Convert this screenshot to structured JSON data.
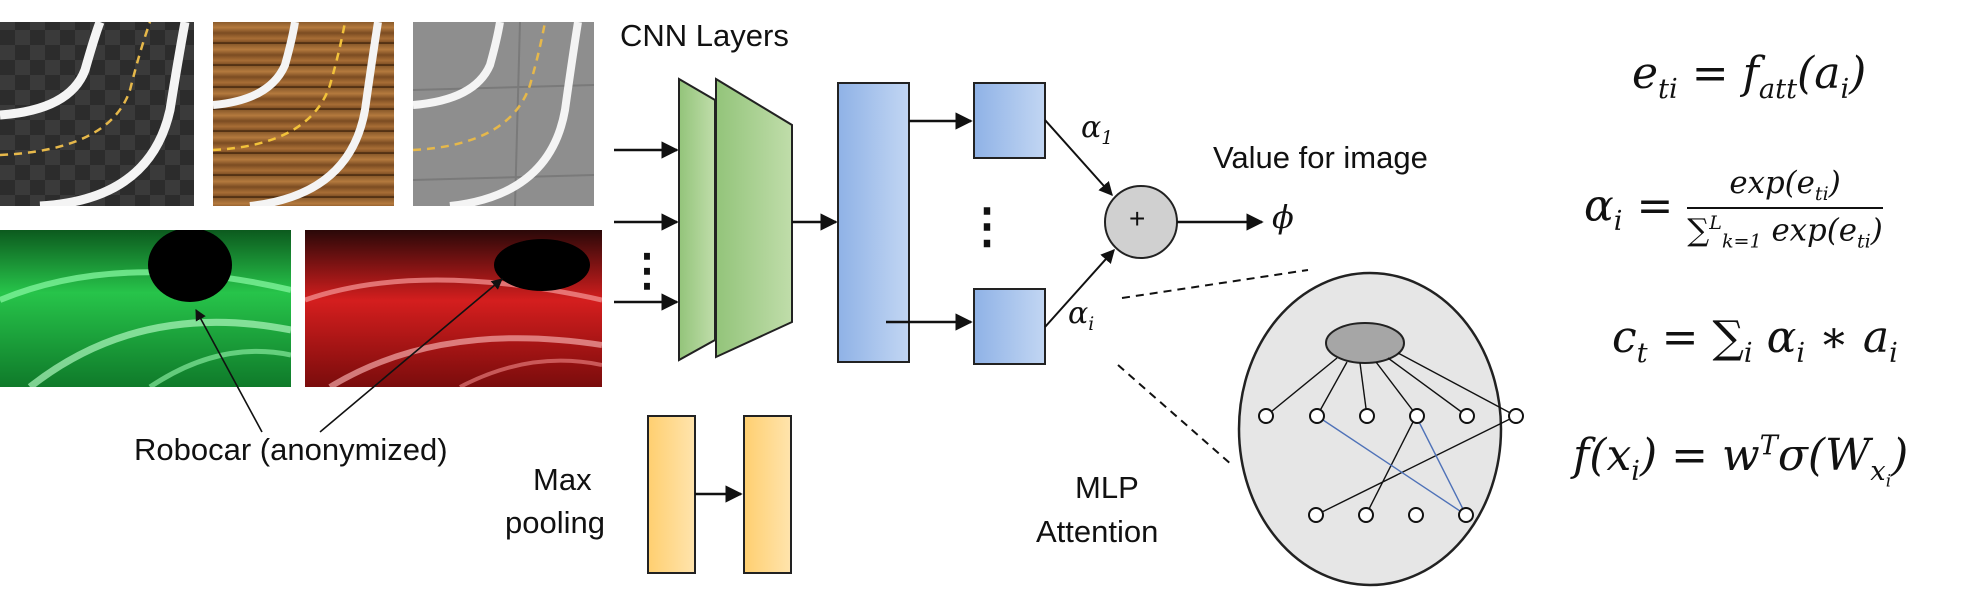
{
  "labels": {
    "cnn_layers": "CNN Layers",
    "value_for_image": "Value for image",
    "robocar": "Robocar (anonymized)",
    "max_pooling_line1": "Max",
    "max_pooling_line2": "pooling",
    "mlp_attention_line1": "MLP",
    "mlp_attention_line2": "Attention"
  },
  "symbols": {
    "alpha_1": "α",
    "alpha_1_sub": "1",
    "alpha_i": "α",
    "alpha_i_sub": "i",
    "phi": "ϕ",
    "plus": "+",
    "vertical_dots": "⋮"
  },
  "equations": {
    "e_ti": "e",
    "e_ti_sub": "ti",
    "f_att": " = f",
    "f_att_sub": "att",
    "f_att_arg": "(a",
    "f_att_arg_sub": "i",
    "f_att_close": ")",
    "alpha_lhs": "α",
    "alpha_lhs_sub": "i",
    "alpha_eq": " = ",
    "alpha_num": "exp(e",
    "alpha_num_sub": "ti",
    "alpha_num_close": ")",
    "alpha_den_sum": "∑",
    "alpha_den_sup": "L",
    "alpha_den_sub": "k=1",
    "alpha_den_rest": " exp(e",
    "alpha_den_sub2": "ti",
    "alpha_den_close": ")",
    "c_t": "c",
    "c_t_sub": "t",
    "c_t_rhs": " = ∑",
    "c_t_sum_sub": "i",
    "c_t_rest": " α",
    "c_t_alpha_sub": "i",
    "c_t_tail": " ∗ a",
    "c_t_a_sub": "i",
    "f_x": "f(x",
    "f_x_sub": "i",
    "f_x_mid": ") = w",
    "f_x_sup": "T",
    "f_x_sigma": "σ(W",
    "f_x_sigma_sub": "x",
    "f_x_sigma_subsub": "i",
    "f_x_close": ")"
  },
  "colors": {
    "green_layer": "#a8d08d",
    "blue_layer": "#a9c4eb",
    "yellow_layer": "#ffd78a",
    "plus_circle": "#d0d0d0",
    "mlp_circle": "#e6e6e6",
    "mlp_head": "#a6a6a6"
  }
}
